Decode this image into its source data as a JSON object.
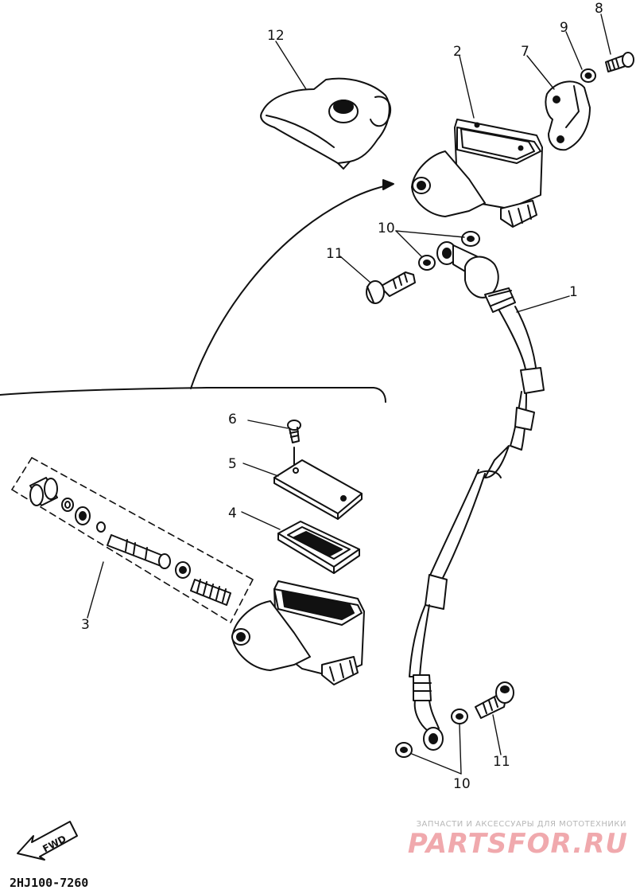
{
  "labels": {
    "p1": "1",
    "p2": "2",
    "p3": "3",
    "p4": "4",
    "p5": "5",
    "p6": "6",
    "p7": "7",
    "p8": "8",
    "p9": "9",
    "p10_top": "10",
    "p10_bottom": "10",
    "p11_top": "11",
    "p11_bottom": "11",
    "p12": "12"
  },
  "fwd_text": "FWD",
  "diagram_code": "2HJ100-7260",
  "watermark": {
    "small": "ЗАПЧАСТИ И АКСЕССУАРЫ ДЛЯ МОТОТЕХНИКИ",
    "big": "PARTSFOR.RU"
  },
  "colors": {
    "ink": "#111111",
    "watermark_red": "#f0a9ad",
    "watermark_gray": "#b7b7b7"
  }
}
